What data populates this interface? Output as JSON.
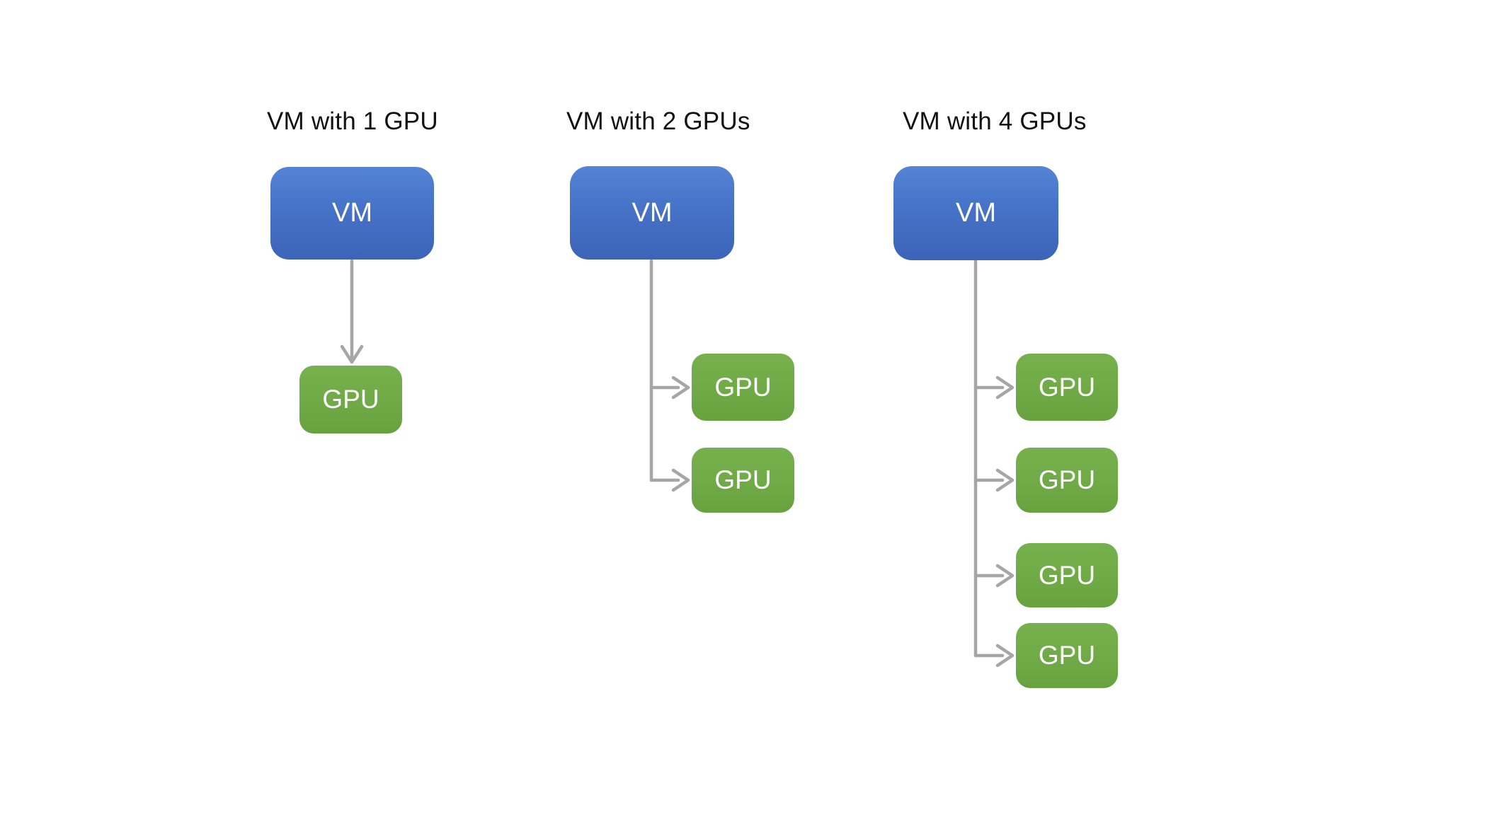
{
  "diagram": {
    "panels": [
      {
        "title": "VM with 1 GPU",
        "vm_label": "VM",
        "gpu_labels": [
          "GPU"
        ]
      },
      {
        "title": "VM with 2 GPUs",
        "vm_label": "VM",
        "gpu_labels": [
          "GPU",
          "GPU"
        ]
      },
      {
        "title": "VM with 4 GPUs",
        "vm_label": "VM",
        "gpu_labels": [
          "GPU",
          "GPU",
          "GPU",
          "GPU"
        ]
      }
    ],
    "colors": {
      "vm_fill_top": "#5484d6",
      "vm_fill_bottom": "#3c64b8",
      "gpu_fill": "#6faa47",
      "connector": "#a6a6a6",
      "title_text": "#111111",
      "node_text": "#ffffff",
      "background": "#ffffff"
    }
  }
}
